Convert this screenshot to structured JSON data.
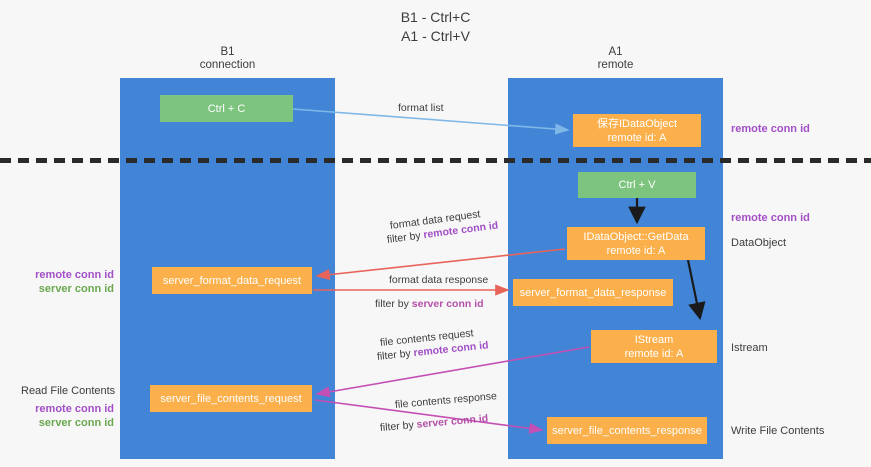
{
  "title": {
    "line1": "B1 - Ctrl+C",
    "line2": "A1 - Ctrl+V"
  },
  "lanes": [
    {
      "id": "b1",
      "line1": "B1",
      "line2": "connection",
      "color": "#4285d6"
    },
    {
      "id": "a1",
      "line1": "A1",
      "line2": "remote",
      "color": "#4285d6"
    }
  ],
  "boxes": {
    "ctrl_c": {
      "line1": "Ctrl + C",
      "color": "#7dc47f"
    },
    "save_idataobject": {
      "line1": "保存IDataObject",
      "line2": "remote id: A",
      "color": "#fbb04c"
    },
    "ctrl_v": {
      "line1": "Ctrl + V",
      "color": "#7dc47f"
    },
    "getdata": {
      "line1": "IDataObject::GetData",
      "line2": "remote id: A",
      "color": "#fbb04c"
    },
    "server_format_data_request": {
      "line1": "server_format_data_request",
      "color": "#fbb04c"
    },
    "server_format_data_response": {
      "line1": "server_format_data_response",
      "color": "#fbb04c"
    },
    "istream": {
      "line1": "IStream",
      "line2": "remote id: A",
      "color": "#fbb04c"
    },
    "server_file_contents_request": {
      "line1": "server_file_contents_request",
      "color": "#fbb04c"
    },
    "server_file_contents_response": {
      "line1": "server_file_contents_response",
      "color": "#fbb04c"
    }
  },
  "right_labels": {
    "remote_conn_id_top": "remote conn id",
    "remote_conn_id_mid": "remote conn id",
    "dataobject": "DataObject",
    "istream": "Istream",
    "write_file_contents": "Write File Contents"
  },
  "left_labels": {
    "remote_conn_id_mid": "remote conn id",
    "server_conn_id_mid": "server conn id",
    "read_file_contents": "Read File Contents",
    "remote_conn_id_bot": "remote conn id",
    "server_conn_id_bot": "server conn id"
  },
  "arrow_labels": {
    "format_list": "format list",
    "format_data_request": "format data request",
    "format_data_request_filter_prefix": "filter by ",
    "format_data_request_filter_key": "remote conn id",
    "format_data_response": "format data response",
    "format_data_response_filter_prefix": "filter by ",
    "format_data_response_filter_key": "server conn id",
    "file_contents_request": "file contents request",
    "file_contents_request_filter_prefix": "filter by ",
    "file_contents_request_filter_key": "remote conn id",
    "file_contents_response": "file contents response",
    "file_contents_response_filter_prefix": "filter by ",
    "file_contents_response_filter_key": "server conn id"
  },
  "colors": {
    "lane": "#4285d6",
    "green_box": "#7dc47f",
    "orange_box": "#fbb04c",
    "remote_conn_id": "#a24fc6",
    "server_conn_id": "#6aa84f",
    "arrow_blue": "#7fb8e8",
    "arrow_red": "#e8645a",
    "arrow_magenta": "#c44fb5",
    "arrow_black": "#1a1a1a",
    "divider": "#2a2a2a",
    "background": "#f7f7f7"
  }
}
